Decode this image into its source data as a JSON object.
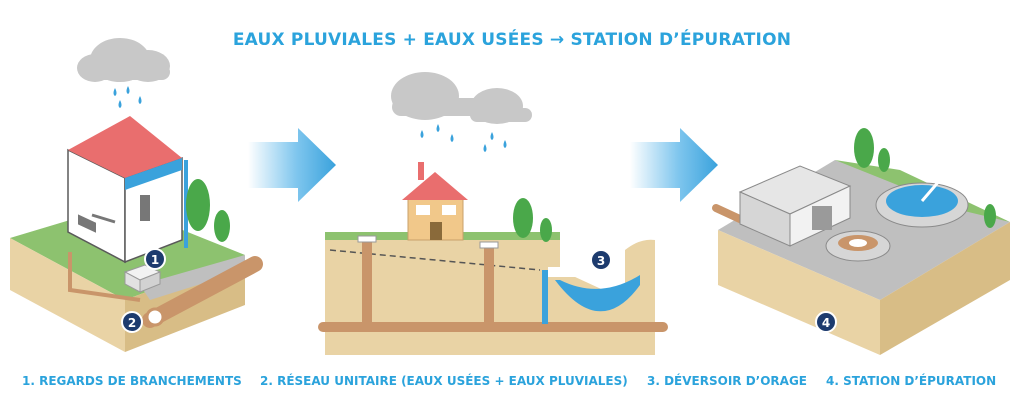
{
  "title": "EAUX PLUVIALES + EAUX USÉES → STATION D’ÉPURATION",
  "captions": [
    "1. REGARDS DE BRANCHEMENTS",
    "2. RÉSEAU UNITAIRE (EAUX USÉES + EAUX PLUVIALES)",
    "3. DÉVERSOIR D’ORAGE",
    "4. STATION D’ÉPURATION"
  ],
  "markers": [
    "1",
    "2",
    "3",
    "4"
  ],
  "colors": {
    "accent": "#2ba3dc",
    "marker": "#1d3b6e",
    "ground_top": "#8dc26f",
    "soil_front": "#e9d3a5",
    "soil_side": "#d8bd86",
    "pipe": "#c9956a",
    "water": "#3aa2dc",
    "cloud": "#c8c8c8",
    "roof": "#e96e6e",
    "house": "#ffffff"
  }
}
